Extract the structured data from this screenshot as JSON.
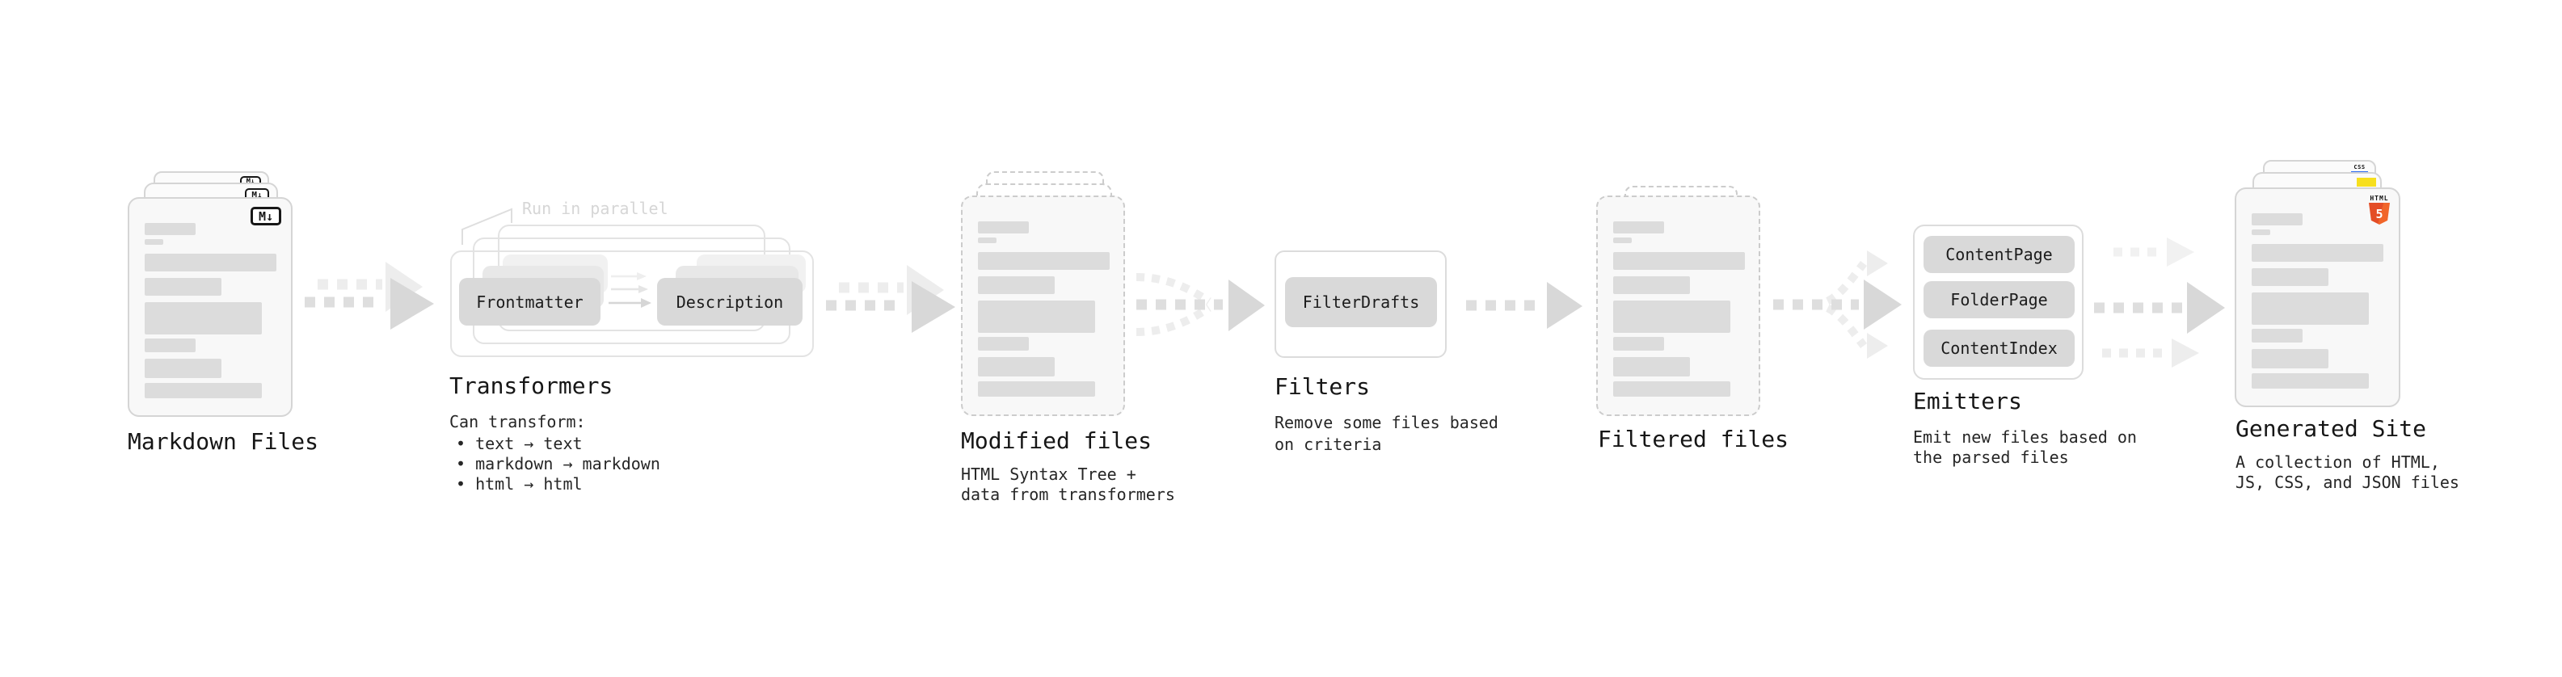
{
  "stages": {
    "markdown_files": {
      "title": "Markdown Files",
      "icon_label": "M↓"
    },
    "transformers": {
      "title": "Transformers",
      "parallel_note": "Run in parallel",
      "box_from": "Frontmatter",
      "box_to": "Description",
      "desc_heading": "Can transform:",
      "bullets": [
        "• text → text",
        "• markdown → markdown",
        "• html → html"
      ]
    },
    "modified_files": {
      "title": "Modified files",
      "desc": [
        "HTML Syntax Tree +",
        "data from transformers"
      ]
    },
    "filters": {
      "title": "Filters",
      "box": "FilterDrafts",
      "desc": [
        "Remove some files based",
        "on criteria"
      ]
    },
    "filtered_files": {
      "title": "Filtered files"
    },
    "emitters": {
      "title": "Emitters",
      "boxes": [
        "ContentPage",
        "FolderPage",
        "ContentIndex"
      ],
      "desc": [
        "Emit new files based on",
        "the parsed files"
      ]
    },
    "generated_site": {
      "title": "Generated Site",
      "desc": [
        "A collection of HTML,",
        "JS, CSS, and JSON files"
      ],
      "css_badge": "CSS",
      "html_badge": "HTML",
      "html_number": "5"
    }
  },
  "colors": {
    "background": "#ffffff",
    "card_fill": "#f8f8f8",
    "card_border": "#d5d5d5",
    "dashed_border": "#cccccc",
    "bar_fill": "#dcdcdc",
    "box_fill": "#d9d9d9",
    "outline_card_border": "#e3e3e3",
    "title_text": "#161616",
    "body_text": "#262626",
    "muted_note": "#d6d6d6",
    "arrow_dark": "#dcdcdc",
    "arrow_light": "#ededed",
    "html5_orange": "#e44d26",
    "js_yellow": "#f7df1e",
    "css_blue": "#2d6bf1"
  }
}
